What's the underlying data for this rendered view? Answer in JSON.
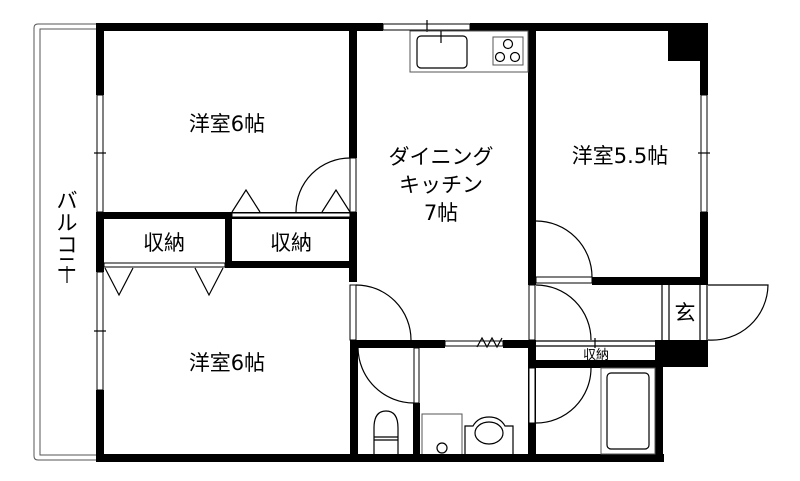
{
  "floorplan": {
    "colors": {
      "wall": "#000000",
      "background": "#ffffff",
      "line": "#000000"
    },
    "rooms": {
      "western_room_top": {
        "label": "洋室6帖"
      },
      "western_room_bottom": {
        "label": "洋室6帖"
      },
      "western_room_right": {
        "label": "洋室5.5帖"
      },
      "dining_kitchen": {
        "line1": "ダイニング",
        "line2": "キッチン",
        "line3": "7帖"
      },
      "storage_left": {
        "label": "収納"
      },
      "storage_right": {
        "label": "収納"
      },
      "storage_hall": {
        "label": "収納"
      },
      "entrance": {
        "label": "玄"
      },
      "balcony": {
        "chars": [
          "バ",
          "ル",
          "コ",
          "ニ",
          "ー"
        ]
      }
    },
    "fixtures": [
      "kitchen-sink",
      "gas-stove-3-burner",
      "toilet",
      "washbasin",
      "washing-machine-pan",
      "bathtub"
    ]
  }
}
